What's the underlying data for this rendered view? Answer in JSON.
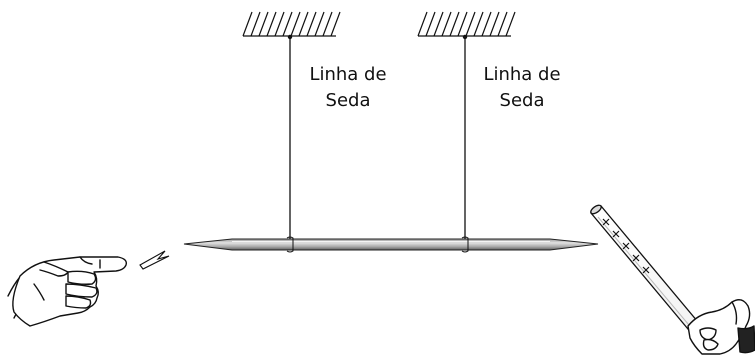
{
  "labels": {
    "left_thread_line1": "Linha de",
    "left_thread_line2": "Seda",
    "right_thread_line1": "Linha de",
    "right_thread_line2": "Seda"
  },
  "colors": {
    "ink": "#111111",
    "rod_light": "#d6d6d6",
    "rod_dark": "#7a7a7a"
  },
  "icons": {
    "left": "pointing-hand-icon",
    "right": "hand-holding-charged-rod-icon"
  }
}
